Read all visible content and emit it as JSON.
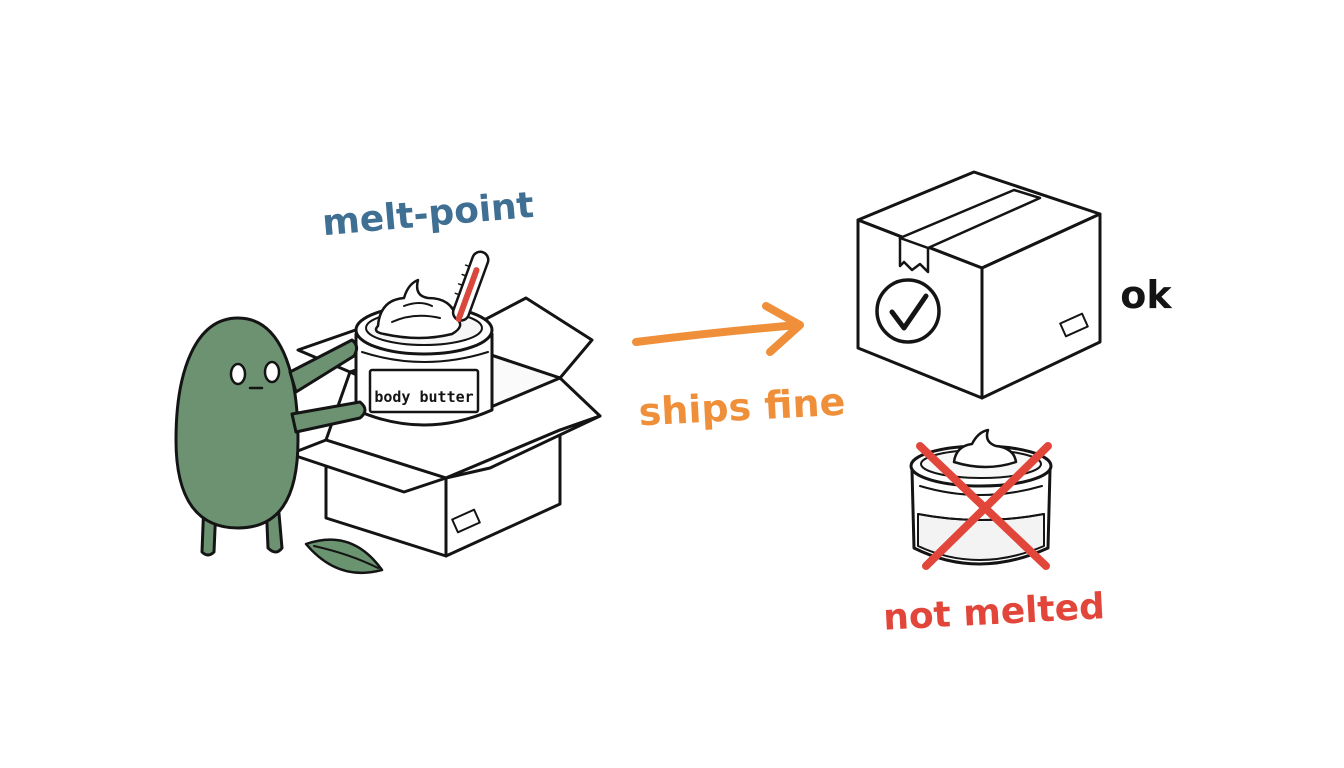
{
  "labels": {
    "melt_point": "melt-point",
    "jar_label": "body butter",
    "ships_fine": "ships fine",
    "ok": "ok",
    "not_melted": "not melted"
  },
  "colors": {
    "ink": "#141414",
    "character_green": "#6c9272",
    "leaf_green": "#6a9470",
    "melt_point_blue": "#3f6f93",
    "arrow_orange": "#ef8f3a",
    "cross_red": "#e2463a",
    "thermometer_red": "#d8483c"
  },
  "icons": {
    "thermometer": "thermometer-icon",
    "check": "checkmark-icon",
    "cross": "red-x-icon",
    "leaf": "leaf-icon"
  }
}
